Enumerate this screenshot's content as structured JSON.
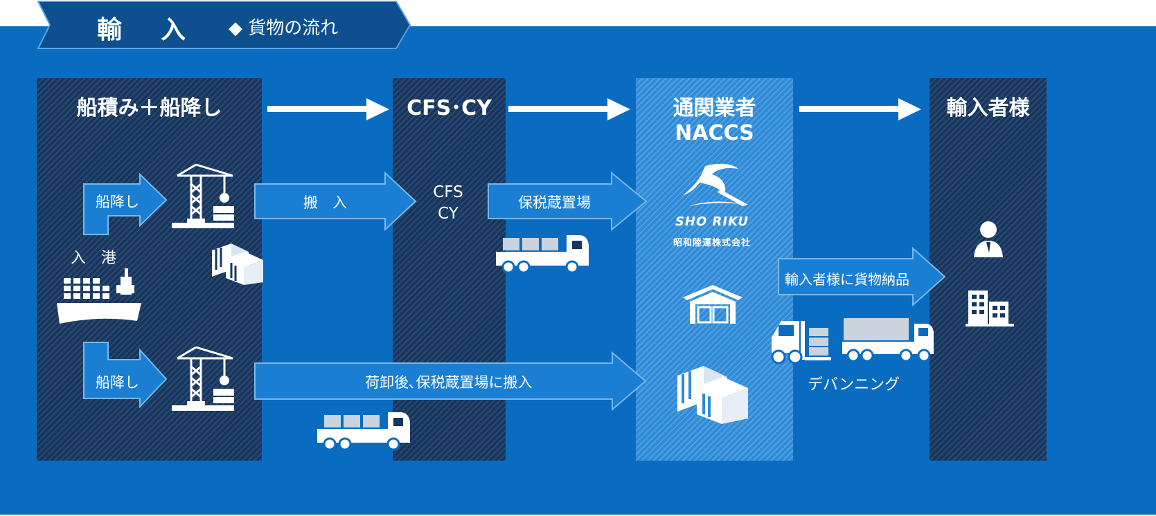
{
  "header": {
    "title": "輸　入",
    "subtitle": "◆ 貨物の流れ"
  },
  "columns": {
    "ship": {
      "title": "船積み＋船降し"
    },
    "cfs": {
      "title": "CFS･CY"
    },
    "customs": {
      "title_line1": "通関業者",
      "title_line2": "NACCS"
    },
    "importer": {
      "title": "輸入者様"
    }
  },
  "labels": {
    "unload_top": "船降し",
    "unload_bottom": "船降し",
    "arrival": "入　港",
    "carry_in": "搬　入",
    "cfs_line1": "CFS",
    "cfs_line2": "CY",
    "bonded": "保税蔵置場",
    "after_unload": "荷卸後､保税蔵置場に搬入",
    "delivery": "輸入者様に貨物納品",
    "devanning": "デバンニング"
  },
  "logo": {
    "brand": "SHO RIKU",
    "company": "昭和陸運株式会社"
  },
  "colors": {
    "panel": "#0a6cc1",
    "dark_column": "#16365f",
    "light_column": "#2f8bd8",
    "header": "#0d4f8f",
    "arrow": "#1a7fd3"
  }
}
